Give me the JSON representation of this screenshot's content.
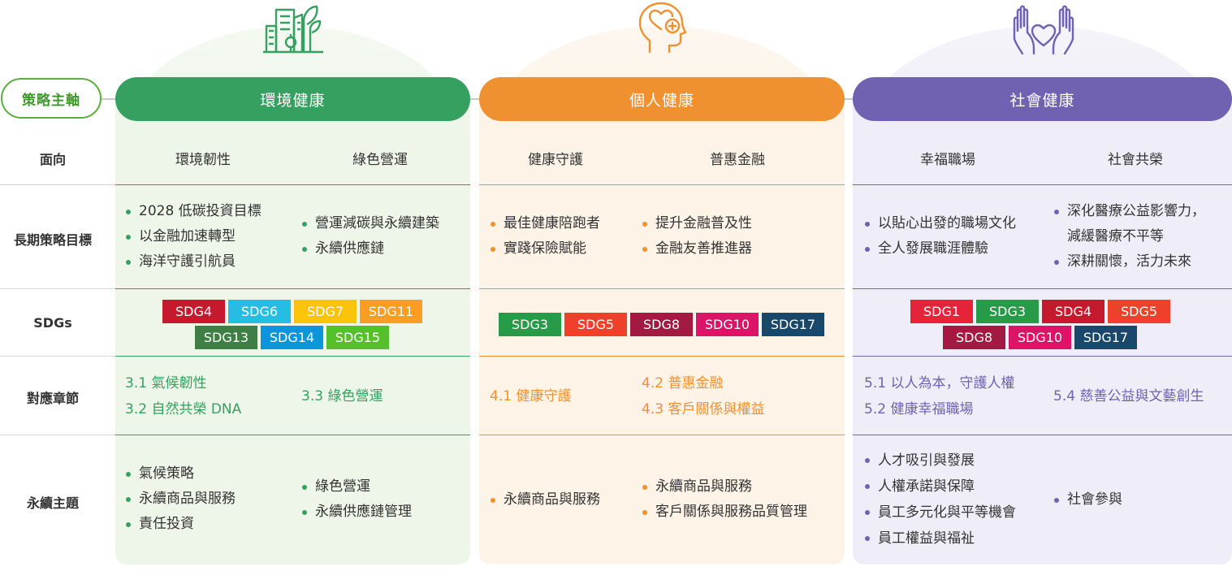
{
  "axis_label": "策略主軸",
  "row_labels": {
    "facet": "面向",
    "goals": "長期策略目標",
    "sdgs": "SDGs",
    "chapters": "對應章節",
    "topics": "永續主題"
  },
  "colors": {
    "env": "#36a060",
    "env_bg": "#eef6ea",
    "per": "#ef9130",
    "per_bg": "#fdf3e7",
    "soc": "#7062b0",
    "soc_bg": "#efedf7",
    "sdg1": "#e5243b",
    "sdg3": "#279b48",
    "sdg4": "#c5192d",
    "sdg5": "#ef402b",
    "sdg6": "#26bde2",
    "sdg7": "#fcc30b",
    "sdg8": "#a21942",
    "sdg10": "#dd1367",
    "sdg11": "#fd9d24",
    "sdg13": "#3f7e44",
    "sdg14": "#0a97d9",
    "sdg15": "#56c02b",
    "sdg17": "#19486a"
  },
  "icons": {
    "env": "city-leaf-icon",
    "per": "head-heart-icon",
    "soc": "hands-heart-icon"
  },
  "env": {
    "title": "環境健康",
    "facets": [
      "環境韌性",
      "綠色營運"
    ],
    "goals_a": [
      "2028 低碳投資目標",
      "以金融加速轉型",
      "海洋守護引航員"
    ],
    "goals_b": [
      "營運減碳與永續建築",
      "永續供應鏈"
    ],
    "sdgs_row1": [
      "SDG4",
      "SDG6",
      "SDG7",
      "SDG11"
    ],
    "sdgs_row2": [
      "SDG13",
      "SDG14",
      "SDG15"
    ],
    "chapters_a": [
      "3.1  氣候韌性",
      "3.2 自然共榮 DNA"
    ],
    "chapters_b": [
      "3.3 綠色營運"
    ],
    "topics_a": [
      "氣候策略",
      "永續商品與服務",
      "責任投資"
    ],
    "topics_b": [
      "綠色營運",
      "永續供應鏈管理"
    ]
  },
  "per": {
    "title": "個人健康",
    "facets": [
      "健康守護",
      "普惠金融"
    ],
    "goals_a": [
      "最佳健康陪跑者",
      "實踐保險賦能"
    ],
    "goals_b": [
      "提升金融普及性",
      "金融友善推進器"
    ],
    "sdgs_row1": [
      "SDG3",
      "SDG5",
      "SDG8",
      "SDG10",
      "SDG17"
    ],
    "chapters_a": [
      "4.1 健康守護"
    ],
    "chapters_b": [
      "4.2 普惠金融",
      "4.3 客戶關係與權益"
    ],
    "topics_a": [
      "永續商品與服務"
    ],
    "topics_b": [
      "永續商品與服務",
      "客戶關係與服務品質管理"
    ]
  },
  "soc": {
    "title": "社會健康",
    "facets": [
      "幸福職場",
      "社會共榮"
    ],
    "goals_a": [
      "以貼心出發的職場文化",
      "全人發展職涯體驗"
    ],
    "goals_b1": "深化醫療公益影響力，",
    "goals_b1_cont": "減緩醫療不平等",
    "goals_b2": "深耕關懷，活力未來",
    "sdgs_row1": [
      "SDG1",
      "SDG3",
      "SDG4",
      "SDG5"
    ],
    "sdgs_row2": [
      "SDG8",
      "SDG10",
      "SDG17"
    ],
    "chapters_a": [
      "5.1 以人為本，守護人權",
      "5.2 健康幸福職場"
    ],
    "chapters_b": [
      "5.4 慈善公益與文藝創生"
    ],
    "topics_a": [
      "人才吸引與發展",
      "人權承諾與保障",
      "員工多元化與平等機會",
      "員工權益與福祉"
    ],
    "topics_b": [
      "社會參與"
    ]
  }
}
